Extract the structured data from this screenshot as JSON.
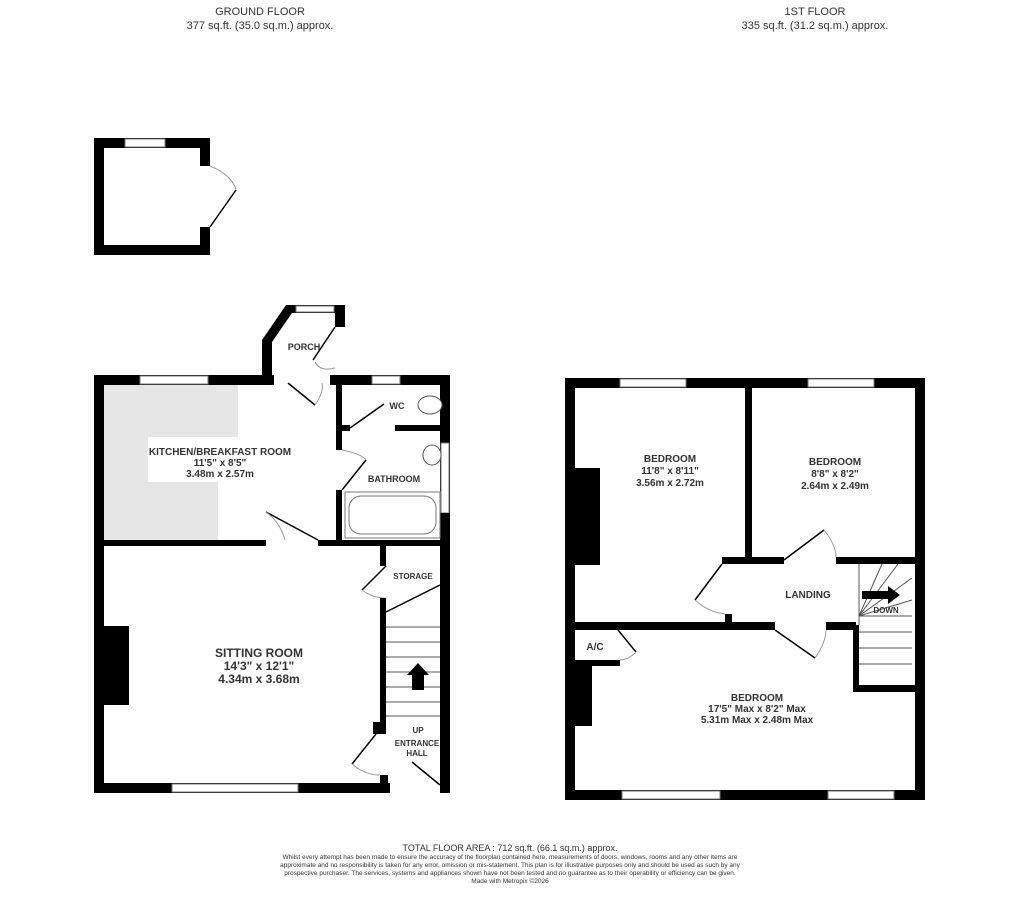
{
  "ground_floor": {
    "title": "GROUND FLOOR",
    "area": "377 sq.ft. (35.0 sq.m.) approx."
  },
  "first_floor": {
    "title": "1ST FLOOR",
    "area": "335 sq.ft. (31.2 sq.m.) approx."
  },
  "rooms": {
    "porch": {
      "name": "PORCH"
    },
    "wc": {
      "name": "WC"
    },
    "kitchen": {
      "name": "KITCHEN/BREAKFAST ROOM",
      "imperial": "11'5\"  x 8'5\"",
      "metric": "3.48m  x 2.57m"
    },
    "bathroom": {
      "name": "BATHROOM"
    },
    "storage": {
      "name": "STORAGE"
    },
    "sitting": {
      "name": "SITTING ROOM",
      "imperial": "14'3\"  x 12'1\"",
      "metric": "4.34m  x 3.68m"
    },
    "up": {
      "name": "UP"
    },
    "entrance": {
      "line1": "ENTRANCE",
      "line2": "HALL"
    },
    "bedroom1": {
      "name": "BEDROOM",
      "imperial": "11'8\"  x 8'11\"",
      "metric": "3.56m  x 2.72m"
    },
    "bedroom2": {
      "name": "BEDROOM",
      "imperial": "8'8\"  x 8'2\"",
      "metric": "2.64m  x 2.49m"
    },
    "landing": {
      "name": "LANDING"
    },
    "down": {
      "name": "DOWN"
    },
    "ac": {
      "name": "A/C"
    },
    "bedroom3": {
      "name": "BEDROOM",
      "imperial": "17'5\" Max x 8'2\" Max",
      "metric": "5.31m Max x 2.48m Max"
    }
  },
  "footer": {
    "total": "TOTAL FLOOR AREA : 712 sq.ft. (66.1 sq.m.) approx.",
    "disclaimer": "Whilst every attempt has been made to ensure the accuracy of the floorplan contained here, measurements of doors, windows, rooms and any other items are approximate and no responsibility is taken for any error, omission or mis-statement. This plan is for illustrative purposes only and should be used as such by any prospective purchaser. The services, systems and appliances shown have not been tested and no guarantee as to their operability or efficiency can be given.",
    "credit": "Made with Metropix ©2026"
  },
  "colors": {
    "wall": "#000000",
    "kitchen_units": "#e6e6e6"
  }
}
